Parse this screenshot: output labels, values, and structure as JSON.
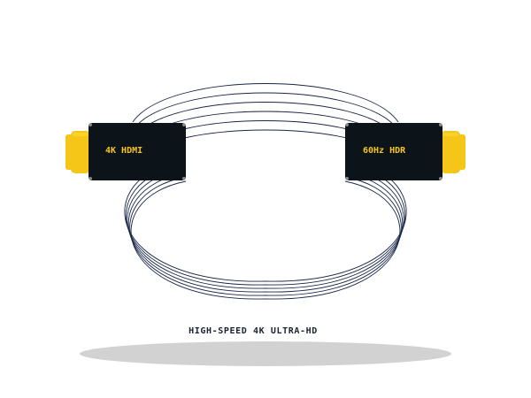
{
  "product": {
    "left_connector_label": "4K HDMI",
    "right_connector_label": "60Hz HDR",
    "tagline": "HIGH-SPEED 4K ULTRA-HD"
  },
  "icons": {
    "left_plug": "hdmi-plug-icon",
    "right_plug": "hdmi-plug-icon"
  },
  "colors": {
    "background": "#ffffff",
    "connector_body": "#0d1419",
    "connector_label": "#f5c518",
    "plug_tip": "#f5c518",
    "cable_stroke": "#1a2547",
    "shadow": "#d2d2d2",
    "tagline": "#1a2233"
  }
}
